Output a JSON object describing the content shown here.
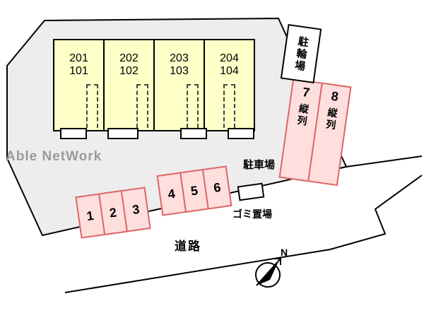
{
  "watermark": "Able NetWork",
  "labels": {
    "bicycle_parking": "駐輪場",
    "parking_lot": "駐車場",
    "garbage_area": "ゴミ置場",
    "road": "道路"
  },
  "building": {
    "units": [
      {
        "upper": "201",
        "lower": "101"
      },
      {
        "upper": "202",
        "lower": "102"
      },
      {
        "upper": "203",
        "lower": "103"
      },
      {
        "upper": "204",
        "lower": "104"
      }
    ]
  },
  "parking": {
    "front_row": [
      "1",
      "2",
      "3"
    ],
    "middle_row": [
      "4",
      "5",
      "6"
    ],
    "tandem_spaces": [
      {
        "number": "7",
        "orientation": "縦列"
      },
      {
        "number": "8",
        "orientation": "縦列"
      }
    ]
  },
  "compass": {
    "north": "N"
  },
  "colors": {
    "site_fill": "#ededed",
    "outline": "#000000",
    "building_fill": "#ffffc8",
    "space_fill": "#ffdede",
    "space_border": "#dd6666"
  }
}
